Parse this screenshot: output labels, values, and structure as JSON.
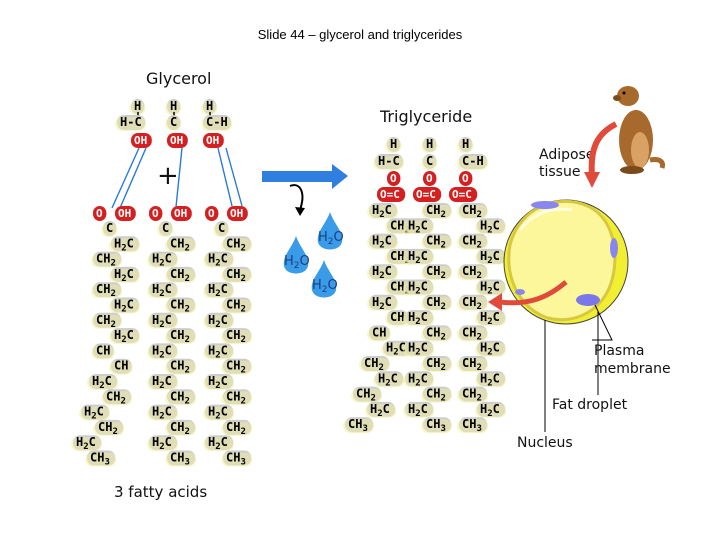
{
  "slide_title": "Slide 44 – glycerol and triglycerides",
  "labels": {
    "glycerol": "Glycerol",
    "triglyceride": "Triglyceride",
    "fatty_acids": "3 fatty acids",
    "adipose_1": "Adipose",
    "adipose_2": "tissue",
    "plasma_1": "Plasma",
    "plasma_2": "membrane",
    "fat_droplet": "Fat droplet",
    "nucleus": "Nucleus",
    "plus": "+"
  },
  "glycerol": {
    "h_top": "H",
    "rows": [
      [
        "H-C",
        "C",
        "C-H"
      ],
      [
        "OH",
        "OH",
        "OH"
      ]
    ]
  },
  "fatty_acid_head": {
    "o": "O",
    "oh": "OH"
  },
  "fatty_acid_1": [
    "C",
    "H2C",
    "CH2",
    "H2C",
    "CH2",
    "H2C",
    "CH2",
    "H2C",
    "CH",
    "CH",
    "H2C",
    "CH2",
    "H2C",
    "CH2",
    "H2C",
    "CH3"
  ],
  "fatty_acid_2": [
    "C",
    "CH2",
    "H2C",
    "CH2",
    "H2C",
    "CH2",
    "H2C",
    "CH2",
    "H2C",
    "CH2",
    "H2C",
    "CH2",
    "H2C",
    "CH2",
    "H2C",
    "CH3"
  ],
  "water": [
    "H2O",
    "H2O",
    "H2O"
  ],
  "triglyceride_top": {
    "h": "H",
    "row1": [
      "H-C",
      "C",
      "C-H"
    ],
    "row2": [
      "O",
      "O",
      "O"
    ],
    "row3": [
      "O=C",
      "O=C",
      "O=C"
    ]
  },
  "colors": {
    "oxygen_red": "#d42020",
    "water_blue": "#3a9be8",
    "arrow_blue": "#2f7fe0",
    "cell_yellow": "#f2ee32",
    "droplet_yellow": "#faf58a",
    "arrow_red": "#e04a3a"
  }
}
